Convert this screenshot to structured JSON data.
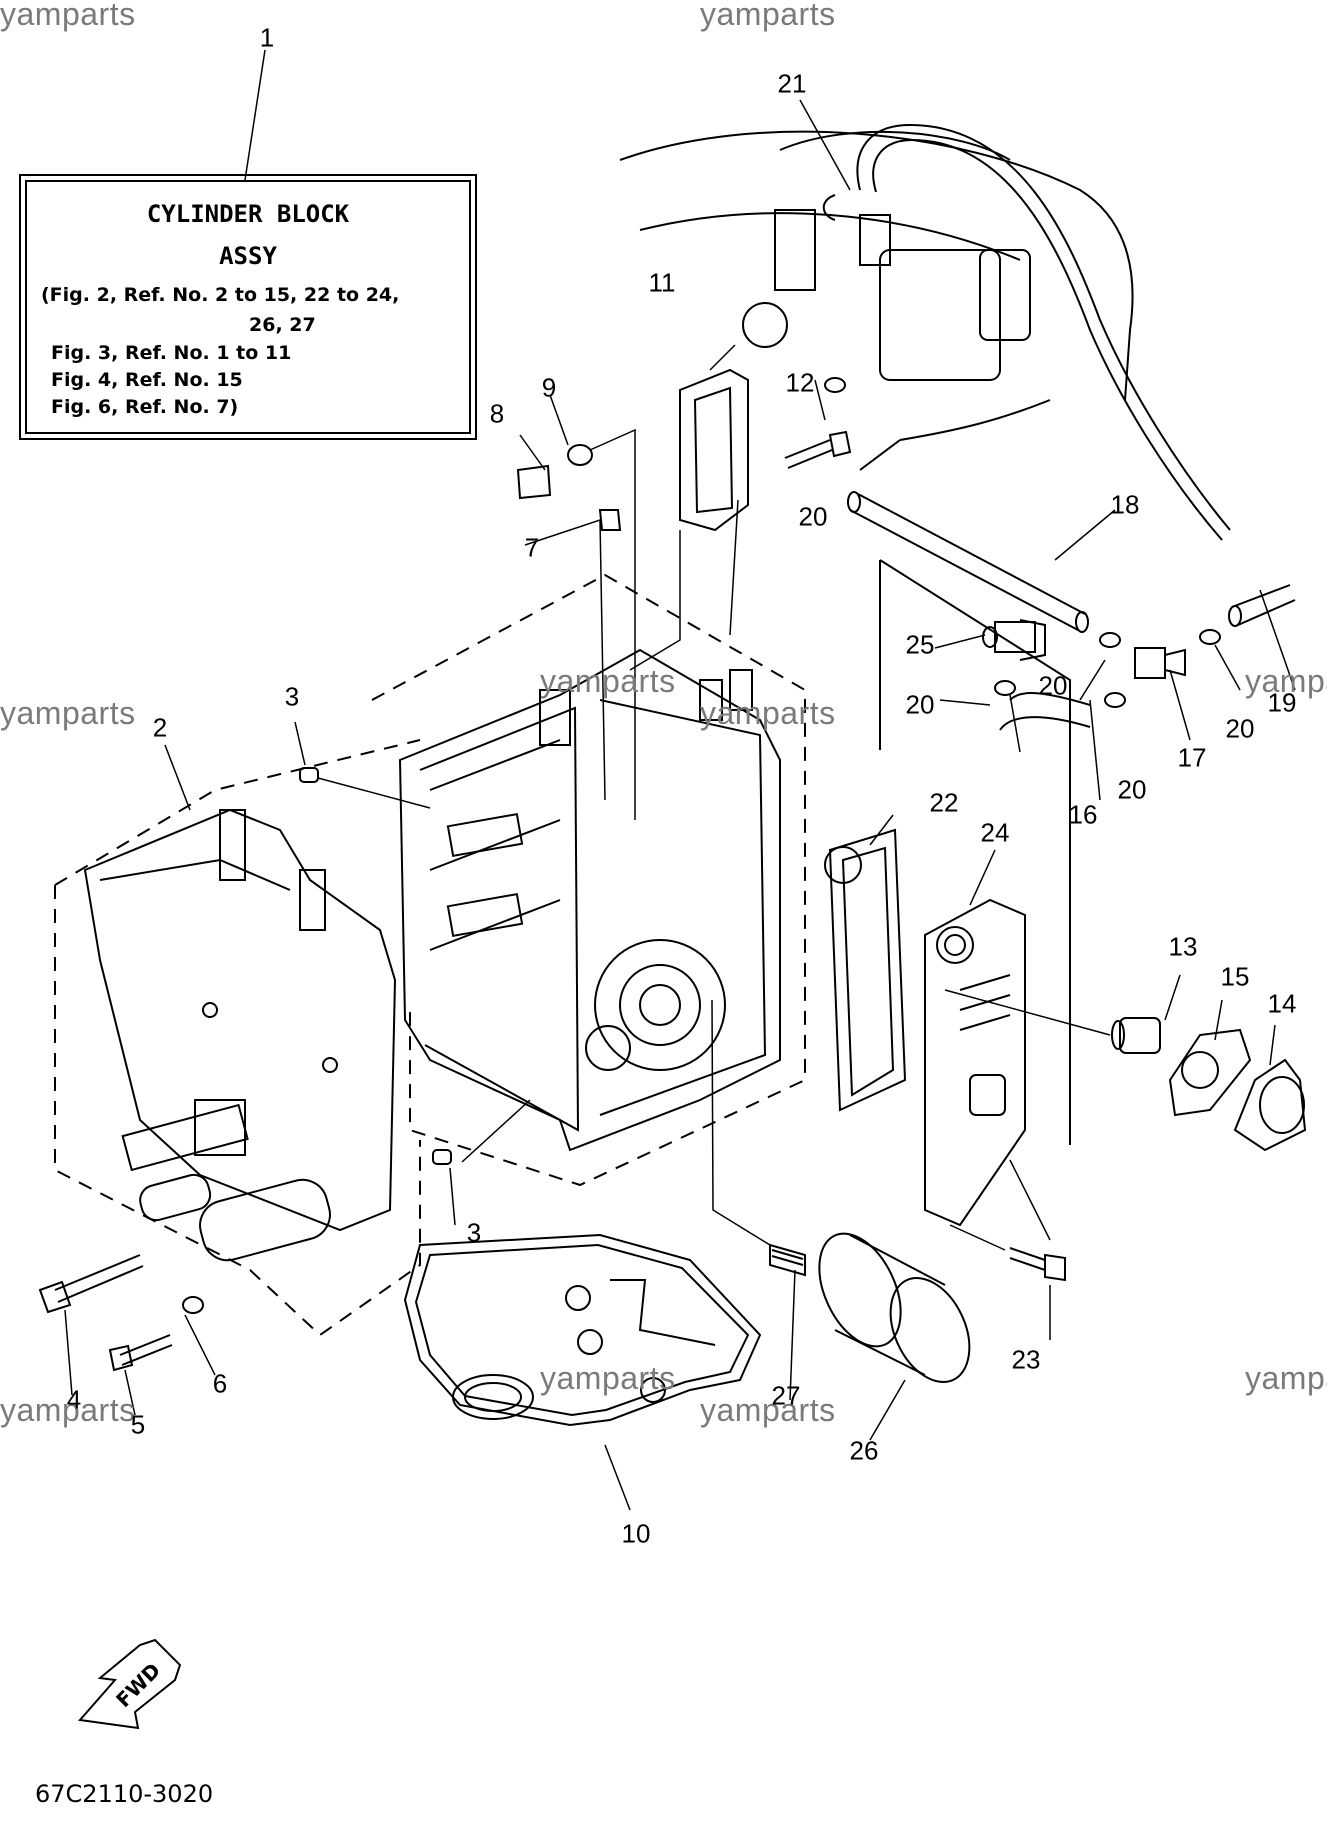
{
  "watermarks": [
    "yamparts",
    "yamparts",
    "yamparts",
    "yamparts",
    "yamparts",
    "yamparts",
    "yamparts",
    "yamparts",
    "yamparts"
  ],
  "info_box": {
    "title": "CYLINDER BLOCK",
    "subtitle": "ASSY",
    "refs": [
      "(Fig. 2, Ref. No. 2 to 15, 22 to 24,",
      "26, 27",
      "Fig. 3, Ref. No. 1 to 11",
      "Fig. 4, Ref. No. 15",
      "Fig. 6, Ref. No. 7)"
    ]
  },
  "callouts": {
    "c1": "1",
    "c2": "2",
    "c3a": "3",
    "c3b": "3",
    "c4": "4",
    "c5": "5",
    "c6": "6",
    "c7": "7",
    "c8": "8",
    "c9": "9",
    "c10": "10",
    "c11": "11",
    "c12": "12",
    "c13": "13",
    "c14": "14",
    "c15": "15",
    "c16": "16",
    "c17": "17",
    "c18": "18",
    "c19": "19",
    "c20a": "20",
    "c20b": "20",
    "c20c": "20",
    "c20d": "20",
    "c20e": "20",
    "c21": "21",
    "c22": "22",
    "c23": "23",
    "c24": "24",
    "c25": "25",
    "c26": "26",
    "c27": "27"
  },
  "fwd_label": "FWD",
  "part_code": "67C2110-3020"
}
